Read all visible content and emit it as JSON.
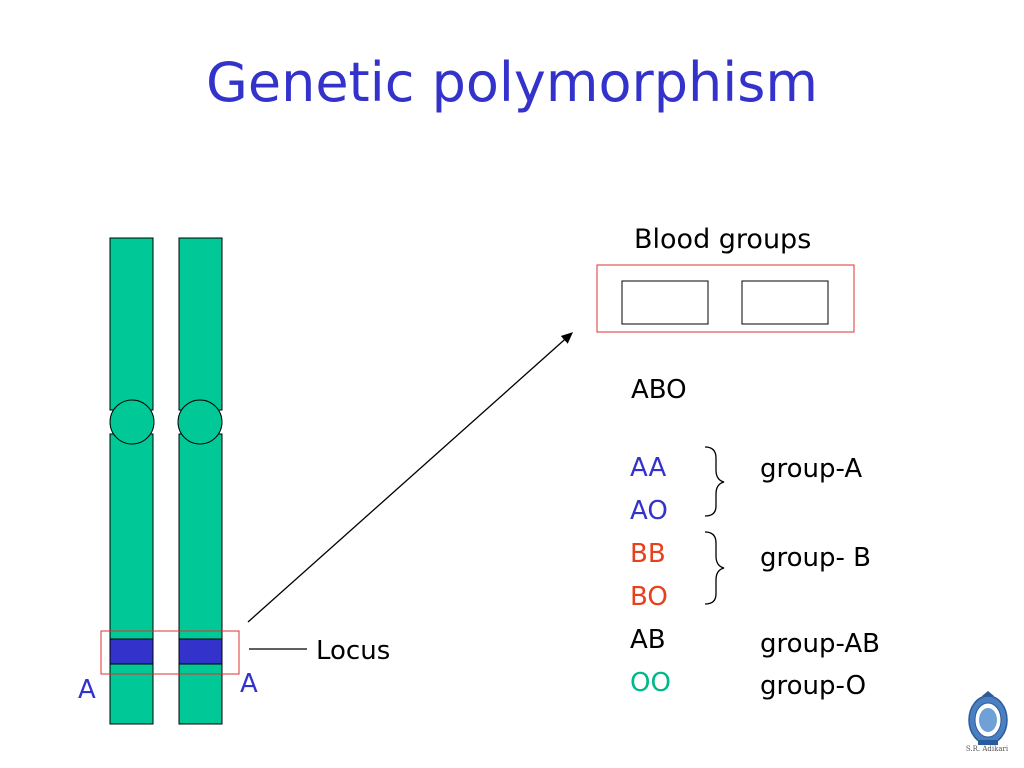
{
  "title": "Genetic polymorphism",
  "blood_groups_label": "Blood groups",
  "system_label": "ABO",
  "locus_label": "Locus",
  "allele_left": "A",
  "allele_right": "A",
  "genotypes": [
    {
      "text": "AA",
      "color": "#3333CC"
    },
    {
      "text": "AO",
      "color": "#3333CC"
    },
    {
      "text": "BB",
      "color": "#E8401C"
    },
    {
      "text": "BO",
      "color": "#E8401C"
    },
    {
      "text": "AB",
      "color": "#000000"
    },
    {
      "text": "OO",
      "color": "#00B88A"
    }
  ],
  "phenotypes": [
    "group-A",
    "group- B",
    "group-AB",
    "group-O"
  ],
  "logo_caption": "S.R. Adikari",
  "colors": {
    "chromosome": "#00C896",
    "locus_band": "#3333CC",
    "highlight_box": "#E03030",
    "title": "#3333CC"
  }
}
